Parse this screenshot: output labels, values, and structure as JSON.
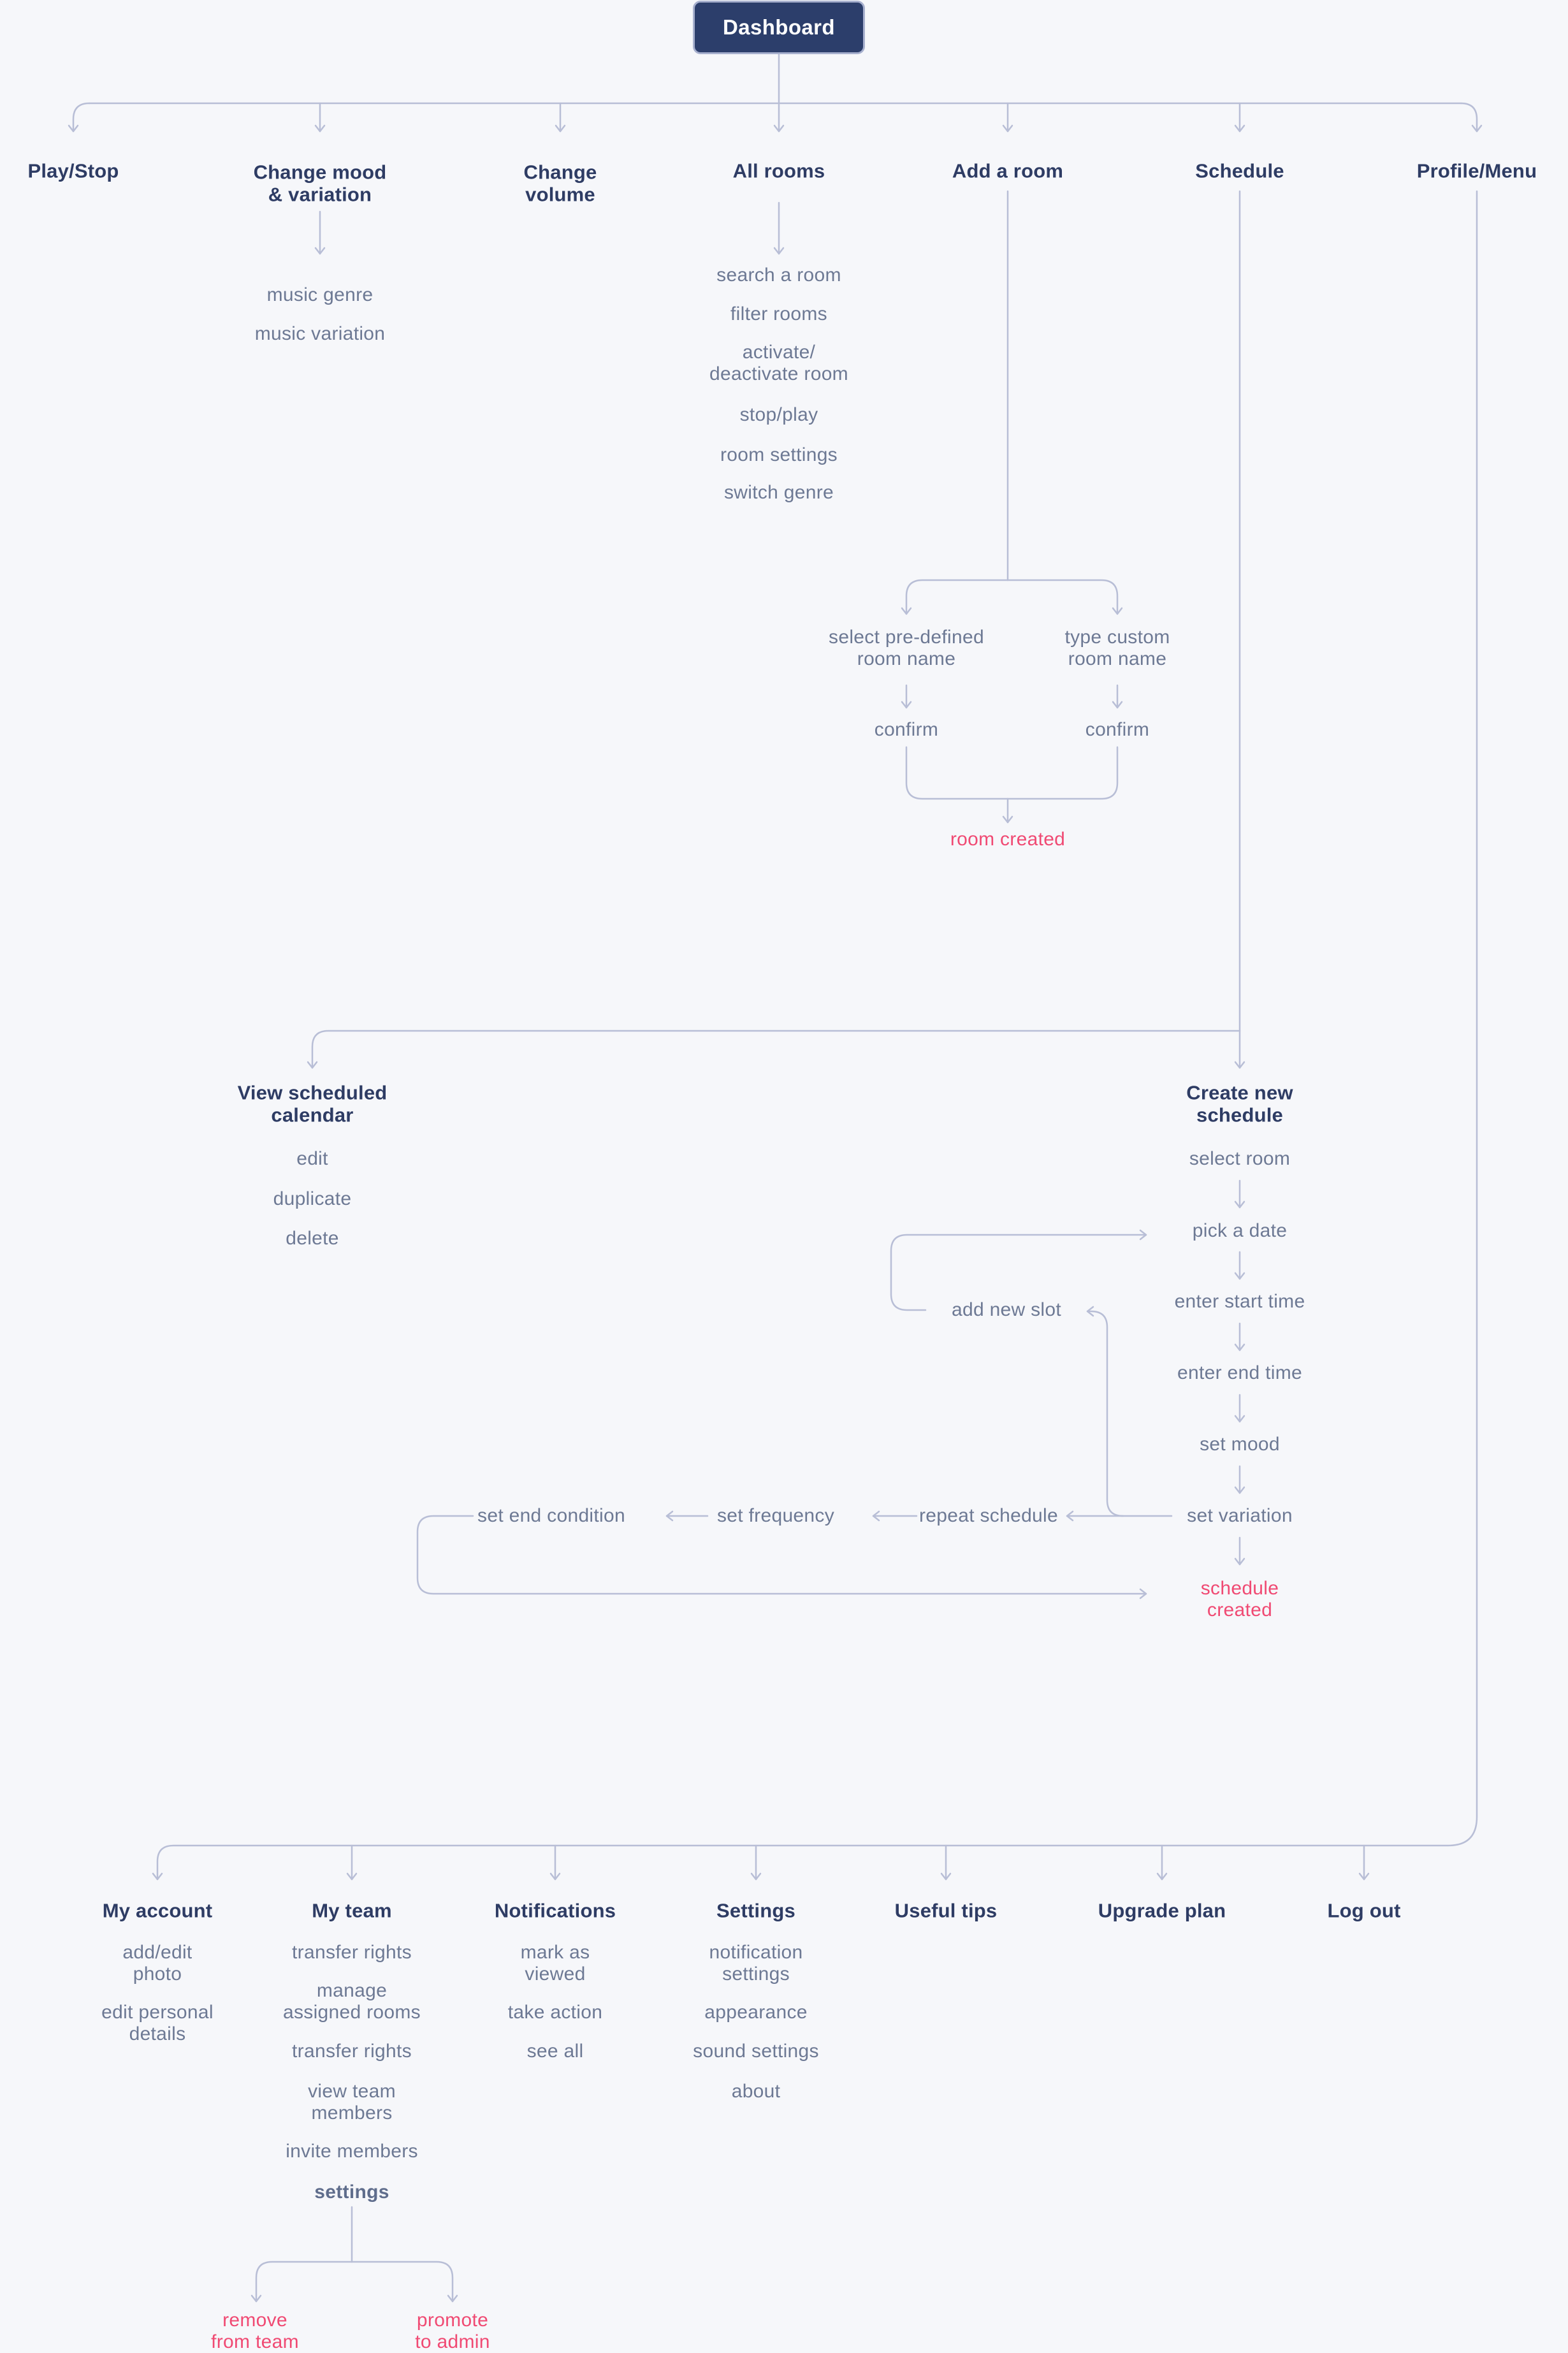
{
  "colors": {
    "accent_pink": "#f04a73",
    "navy": "#2e3c64",
    "body_text": "#6d7994",
    "line": "#b8bed6",
    "box_bg": "#2c3e6b",
    "background": "#f6f7fa"
  },
  "root": {
    "label": "Dashboard"
  },
  "level1": {
    "play_stop": "Play/Stop",
    "change_mood": "Change mood\n& variation",
    "change_volume": "Change\nvolume",
    "all_rooms": "All rooms",
    "add_room": "Add a room",
    "schedule": "Schedule",
    "profile_menu": "Profile/Menu"
  },
  "change_mood_items": [
    "music genre",
    "music variation"
  ],
  "all_rooms_items": [
    "search a room",
    "filter rooms",
    "activate/\ndeactivate room",
    "stop/play",
    "room settings",
    "switch genre"
  ],
  "add_room_flow": {
    "predefined": "select pre-defined\nroom name",
    "custom": "type custom\nroom name",
    "confirm_left": "confirm",
    "confirm_right": "confirm",
    "result": "room created"
  },
  "schedule_flow": {
    "view_calendar": "View scheduled\ncalendar",
    "view_items": [
      "edit",
      "duplicate",
      "delete"
    ],
    "create_new": "Create new\nschedule",
    "steps": [
      "select room",
      "pick a date",
      "enter start time",
      "enter end time",
      "set mood",
      "set variation"
    ],
    "result": "schedule\ncreated",
    "add_new_slot": "add new slot",
    "repeat_schedule": "repeat schedule",
    "set_frequency": "set frequency",
    "set_end_condition": "set end condition"
  },
  "profile_sections": {
    "my_account": {
      "title": "My account",
      "items": [
        "add/edit\nphoto",
        "edit personal\ndetails"
      ]
    },
    "my_team": {
      "title": "My team",
      "items": [
        "transfer rights",
        "manage\nassigned rooms",
        "transfer rights",
        "view team\nmembers",
        "invite members"
      ],
      "settings_item": "settings",
      "settings_children": [
        "remove\nfrom team",
        "promote\nto admin"
      ]
    },
    "notifications": {
      "title": "Notifications",
      "items": [
        "mark as\nviewed",
        "take action",
        "see all"
      ]
    },
    "settings": {
      "title": "Settings",
      "items": [
        "notification\nsettings",
        "appearance",
        "sound settings",
        "about"
      ]
    },
    "useful_tips": {
      "title": "Useful tips"
    },
    "upgrade_plan": {
      "title": "Upgrade plan"
    },
    "log_out": {
      "title": "Log out"
    }
  }
}
